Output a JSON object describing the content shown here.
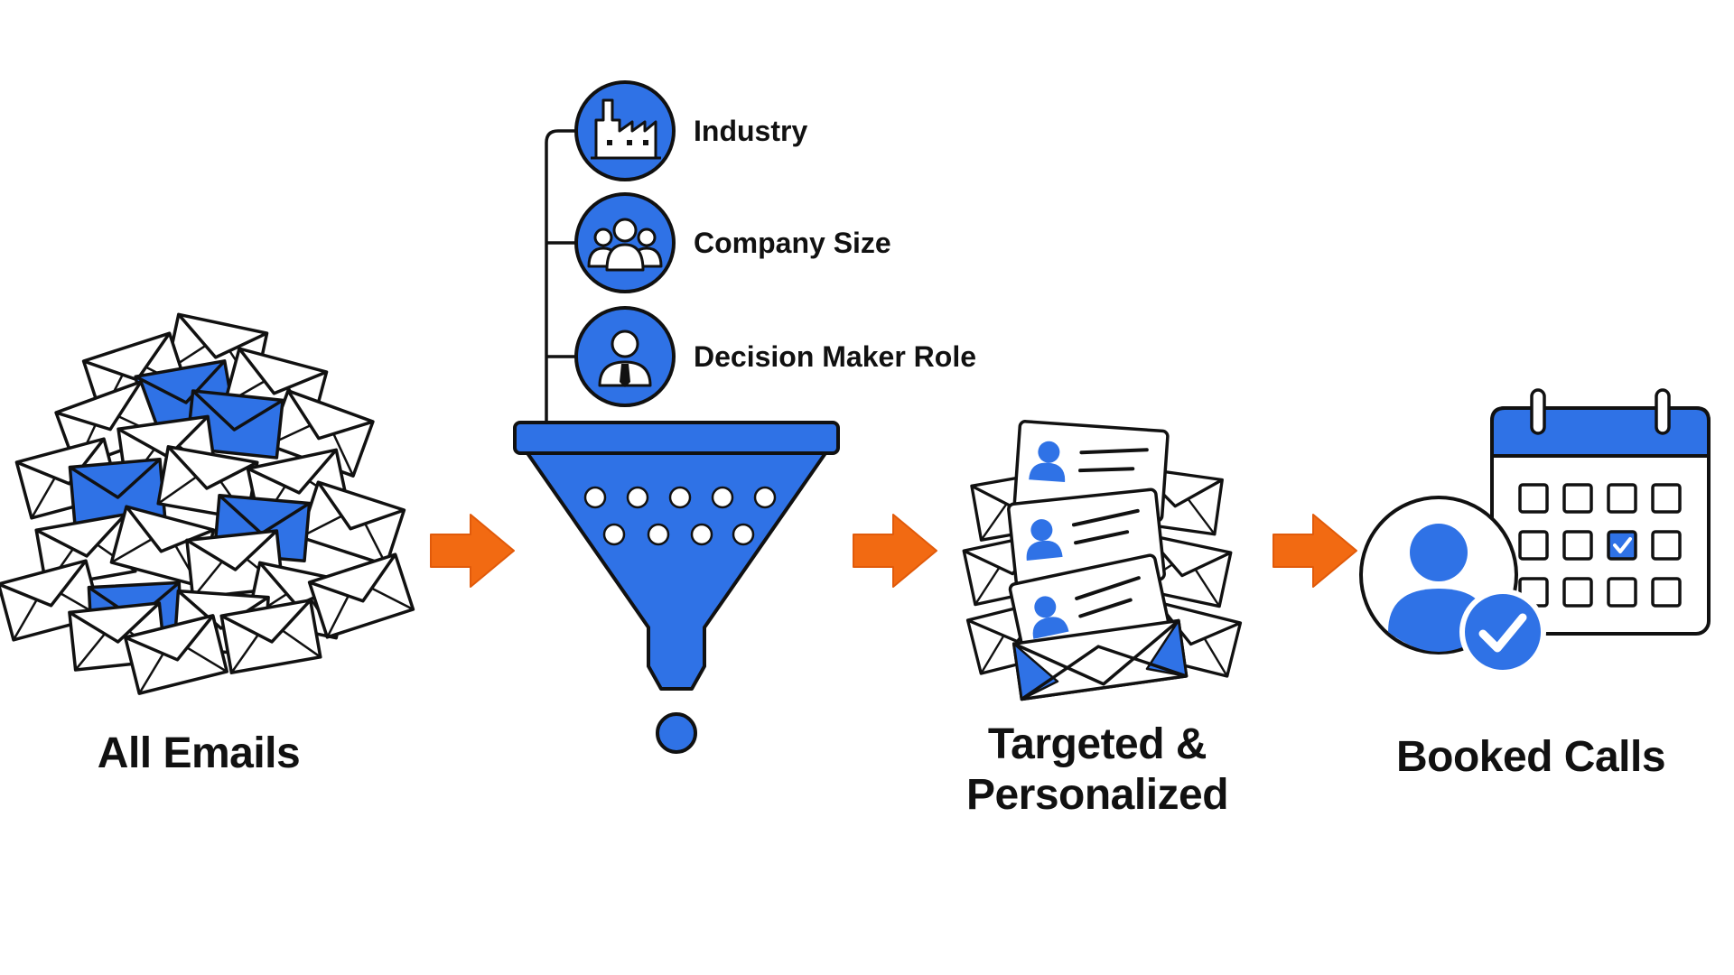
{
  "colors": {
    "primary_blue": "#2f72e6",
    "arrow_orange": "#f26a12",
    "outline": "#111111",
    "background": "#ffffff"
  },
  "stages": [
    {
      "id": "all-emails",
      "label": "All Emails",
      "icon": "envelope-pile-icon"
    },
    {
      "id": "filter",
      "label": "",
      "icon": "funnel-icon"
    },
    {
      "id": "targeted",
      "label": "Targeted &\nPersonalized",
      "icon": "profile-emails-icon"
    },
    {
      "id": "booked",
      "label": "Booked Calls",
      "icon": "calendar-booking-icon"
    }
  ],
  "filter_criteria": [
    {
      "label": "Industry",
      "icon": "factory-icon"
    },
    {
      "label": "Company Size",
      "icon": "team-icon"
    },
    {
      "label": "Decision Maker Role",
      "icon": "executive-icon"
    }
  ],
  "flow_arrows": [
    "arrow-right-icon",
    "arrow-right-icon",
    "arrow-right-icon"
  ]
}
